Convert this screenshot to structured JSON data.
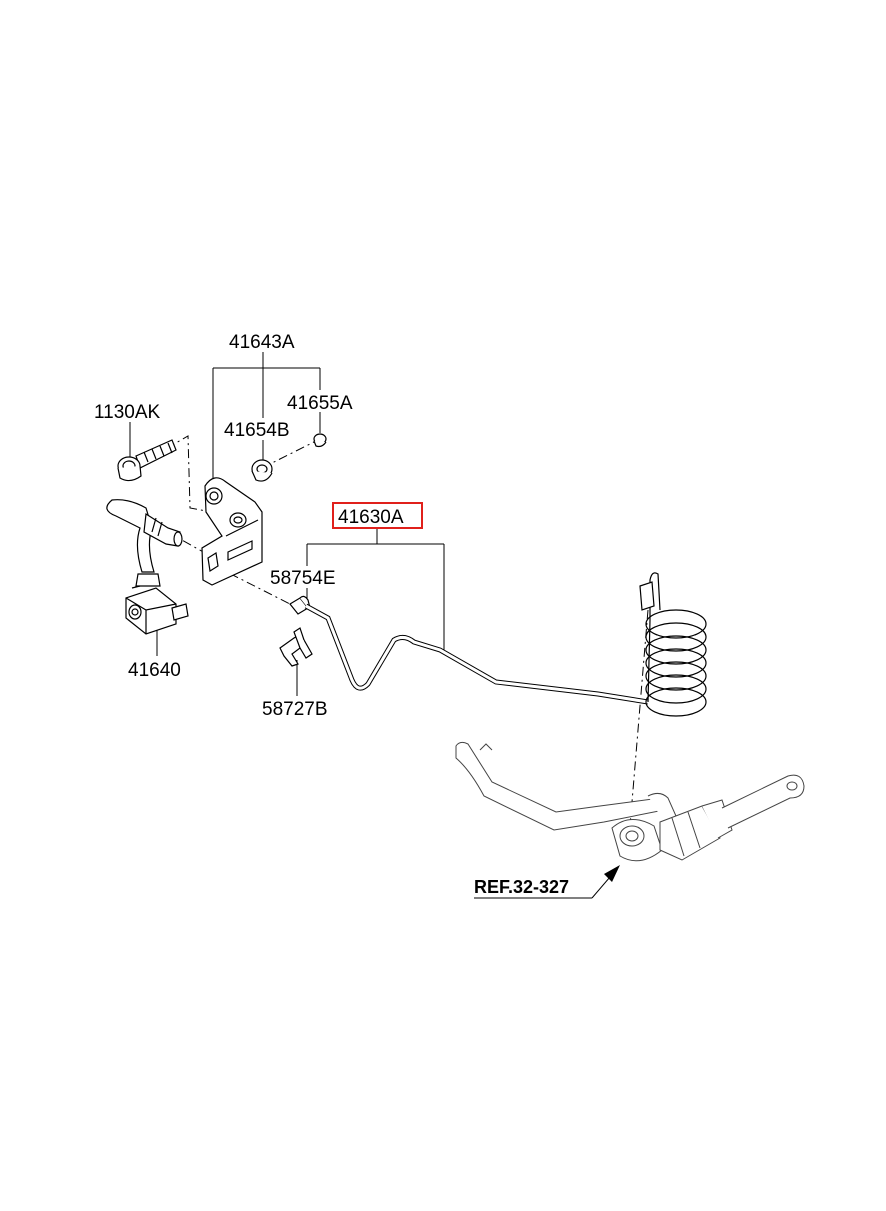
{
  "parts": {
    "p41643A": "41643A",
    "p1130AK": "1130AK",
    "p41655A": "41655A",
    "p41654B": "41654B",
    "p41630A": "41630A",
    "p58754E": "58754E",
    "p41640": "41640",
    "p58727B": "58727B"
  },
  "reference": "REF.32-327",
  "colors": {
    "highlight_box": "#e0201b",
    "line": "#000000",
    "ghost": "#555555"
  }
}
